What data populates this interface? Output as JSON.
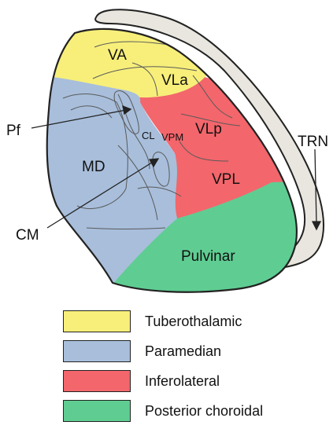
{
  "colors": {
    "tuberothalamic": "#f7ef7a",
    "paramedian": "#a8bedb",
    "inferolateral": "#f3666c",
    "posterior_choroidal": "#5fcd92",
    "trn": "#e8e6de",
    "outline": "#222222",
    "inner_line": "#5a5a5a"
  },
  "regions": {
    "va": "VA",
    "vla": "VLa",
    "vlp": "VLp",
    "vpl": "VPL",
    "vpm": "VPM",
    "cl": "CL",
    "md": "MD",
    "pulvinar": "Pulvinar",
    "pf": "Pf",
    "cm": "CM",
    "trn": "TRN"
  },
  "legend": [
    {
      "label": "Tuberothalamic",
      "color": "#f7ef7a"
    },
    {
      "label": "Paramedian",
      "color": "#a8bedb"
    },
    {
      "label": "Inferolateral",
      "color": "#f3666c"
    },
    {
      "label": "Posterior choroidal",
      "color": "#5fcd92"
    }
  ]
}
